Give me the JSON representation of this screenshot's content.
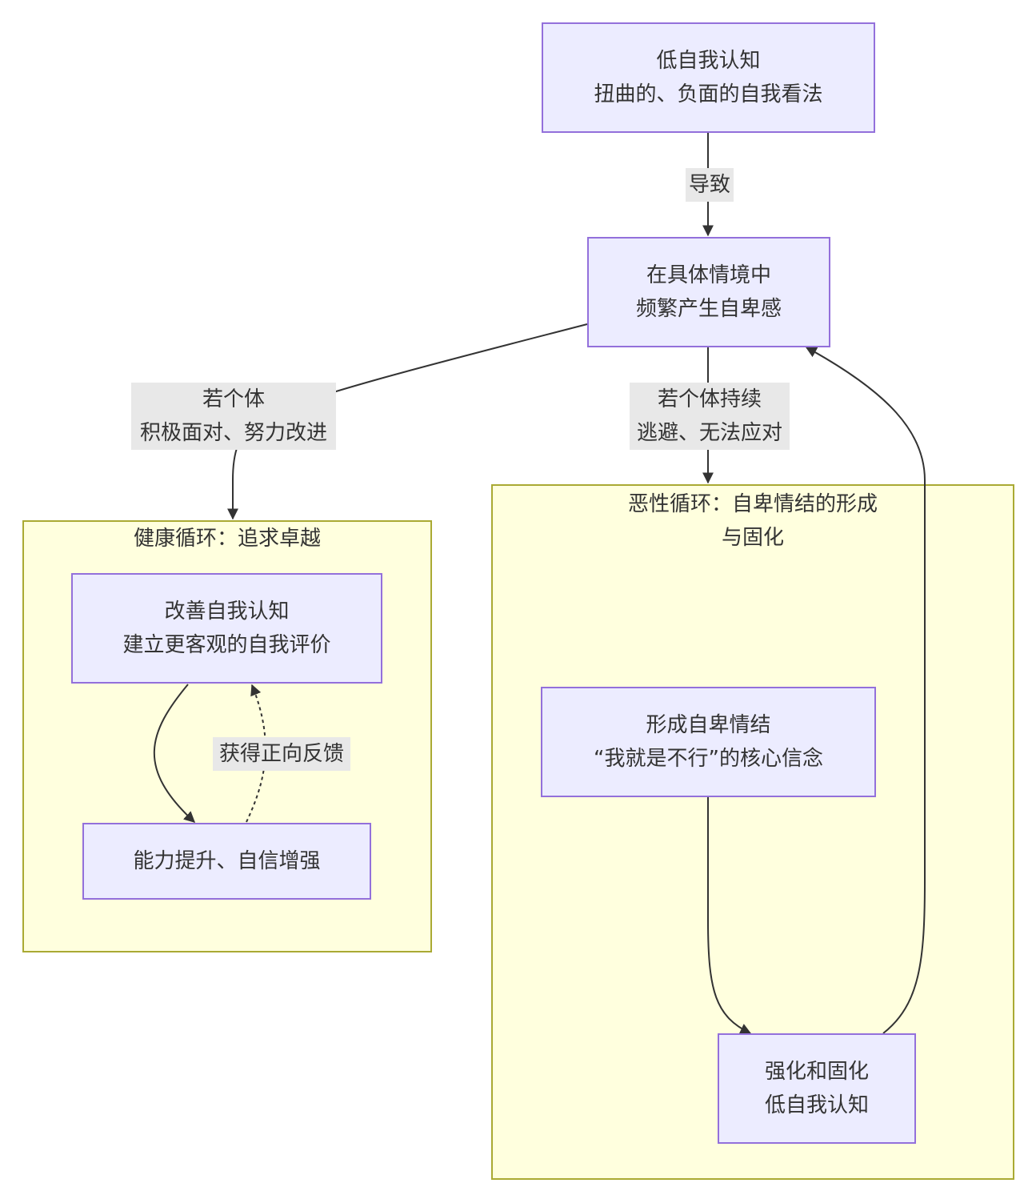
{
  "diagram": {
    "nodes": {
      "low_self": {
        "line1": "低自我认知",
        "line2": "扭曲的、负面的自我看法"
      },
      "frequent_inferiority": {
        "line1": "在具体情境中",
        "line2": "频繁产生自卑感"
      },
      "improve_cognition": {
        "line1": "改善自我认知",
        "line2": "建立更客观的自我评价"
      },
      "ability_boost": {
        "line1": "能力提升、自信增强"
      },
      "form_complex": {
        "line1": "形成自卑情结",
        "line2": "“我就是不行”的核心信念"
      },
      "reinforce": {
        "line1": "强化和固化",
        "line2": "低自我认知"
      }
    },
    "clusters": {
      "healthy": {
        "title": "健康循环：追求卓越"
      },
      "vicious": {
        "title_line1": "恶性循环：自卑情结的形成",
        "title_line2": "与固化"
      }
    },
    "edge_labels": {
      "leads_to": "导致",
      "positive": {
        "line1": "若个体",
        "line2": "积极面对、努力改进"
      },
      "negative": {
        "line1": "若个体持续",
        "line2": "逃避、无法应对"
      },
      "feedback": "获得正向反馈"
    },
    "colors": {
      "node_fill": "#ececff",
      "node_stroke": "#9370db",
      "cluster_fill": "#ffffde",
      "cluster_stroke": "#aaaa33",
      "edge": "#333333",
      "label_bg": "#e8e8e8"
    }
  }
}
